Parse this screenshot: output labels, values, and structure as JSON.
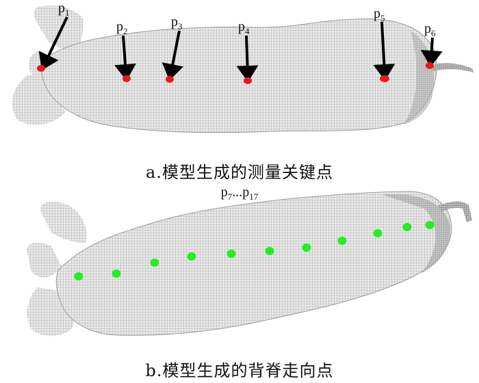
{
  "figure_a": {
    "caption": "a.模型生成的测量关键点",
    "points": [
      {
        "label": "p",
        "sub": "1"
      },
      {
        "label": "p",
        "sub": "2"
      },
      {
        "label": "p",
        "sub": "3"
      },
      {
        "label": "p",
        "sub": "4"
      },
      {
        "label": "p",
        "sub": "5"
      },
      {
        "label": "p",
        "sub": "6"
      }
    ],
    "point_color": "#e8191b",
    "arrow_color": "#000000"
  },
  "figure_b": {
    "caption": "b.模型生成的背脊走向点",
    "range_label": {
      "start": "p",
      "start_sub": "7",
      "dots": "...",
      "end": "p",
      "end_sub": "17"
    },
    "point_count": 11,
    "point_color": "#22ee22"
  },
  "mesh_color": "#c8c8c8"
}
